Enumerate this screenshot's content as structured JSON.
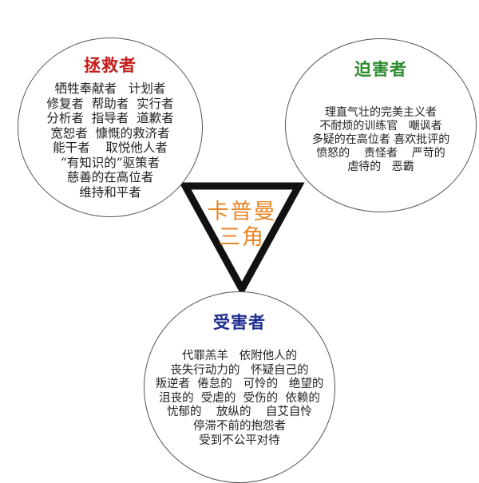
{
  "diagram": {
    "center": {
      "line1": "卡普曼",
      "line2": "三角",
      "color": "#e8862a"
    },
    "roles": {
      "rescuer": {
        "title": "拯救者",
        "color": "#c41e1e",
        "traits": [
          "牺牲奉献者   计划者",
          "修复者  帮助者  实行者",
          "分析者  指导者  道歉者",
          "宽恕者  慷慨的救济者",
          "能干者    取悦他人者",
          "“有知识的”驱策者",
          "慈善的在高位者",
          "维持和平者"
        ]
      },
      "persecutor": {
        "title": "迫害者",
        "color": "#2e8b2e",
        "traits": [
          "理直气壮的完美主义者",
          "不耐烦的训练官   嘲讽者",
          "多疑的在高位者 喜欢批评的",
          "愤怒的    责怪者    严苛的",
          "虐待的   恶霸"
        ]
      },
      "victim": {
        "title": "受害者",
        "color": "#1f2d8f",
        "traits": [
          "代罪羔羊   依附他人的",
          "丧失行动力的   怀疑自己的",
          "叛逆者  倦怠的   可怜的   绝望的",
          "沮丧的  受虐的  受伤的  依赖的",
          "忧郁的    放纵的    自艾自怜",
          "停滞不前的抱怨者",
          "受到不公平对待"
        ]
      }
    },
    "triangle_color": "#111111"
  }
}
